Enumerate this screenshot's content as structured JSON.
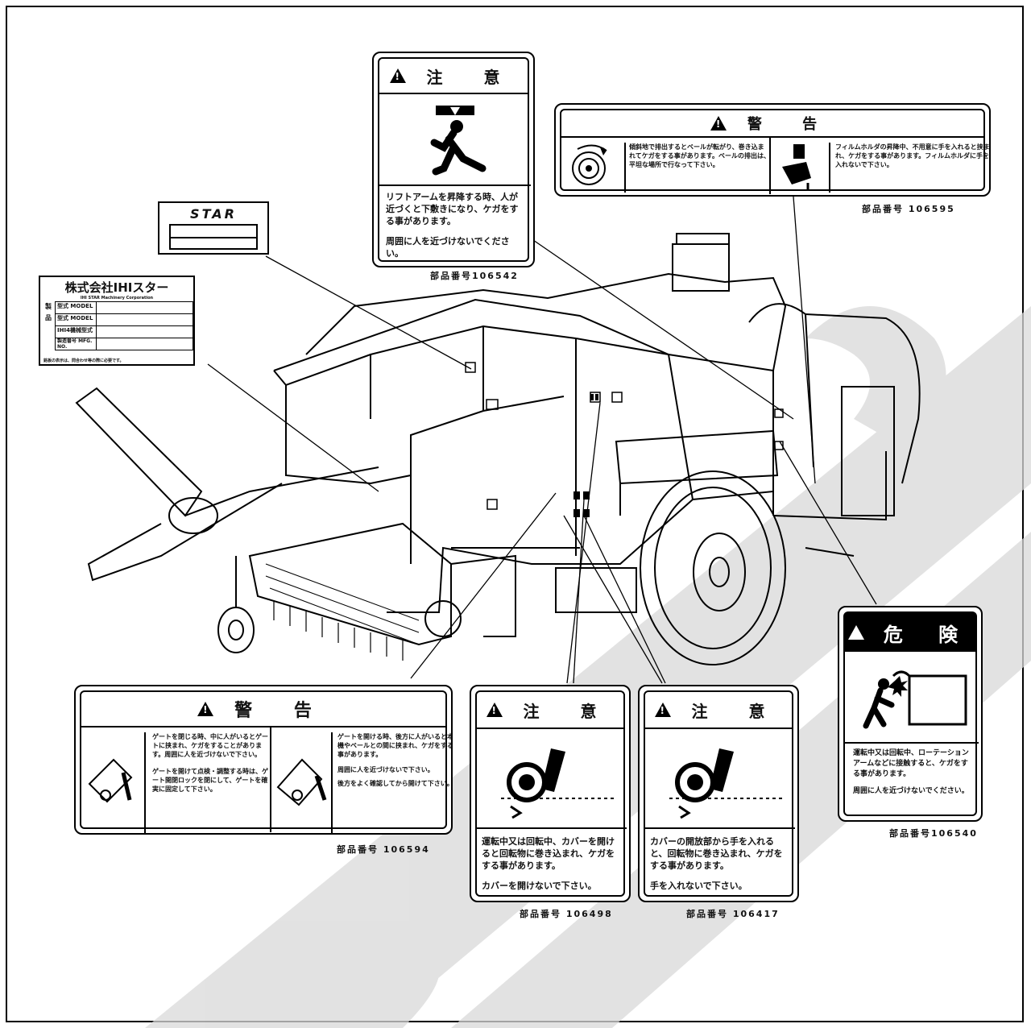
{
  "labels": {
    "caution_lift": {
      "title": "注 意",
      "text1": "リフトアームを昇降する時、人が近づくと下敷きになり、ケガをする事があります。",
      "text2": "周囲に人を近づけないでください。",
      "part_number": "部品番号106542"
    },
    "warning_film": {
      "title": "警 告",
      "text1": "傾斜地で排出するとベールが転がり、巻き込まれてケガをする事があります。ベールの排出は、平坦な場所で行なって下さい。",
      "text2": "フィルムホルダの昇降中、不用意に手を入れると挟まれ、ケガをする事があります。フィルムホルダに手を入れないで下さい。",
      "part_number": "部品番号 106595"
    },
    "star_logo": {
      "brand": "STAR"
    },
    "nameplate": {
      "company": "株式会社IHIスター",
      "company_en": "IHI STAR Machinery Corporation",
      "rows": [
        "型式 MODEL",
        "型式 MODEL",
        "IHI4機械型式",
        "製造番号 MFG. NO."
      ],
      "side": [
        "製",
        "品"
      ],
      "footnote": "銘板の表示は、問合わせ等の際に必要です。"
    },
    "warning_gate": {
      "title": "警 告",
      "text1": "ゲートを閉じる時、中に人がいるとゲートに挟まれ、ケガをすることがあります。周囲に人を近づけないで下さい。",
      "text2": "ゲートを開けて点検・調整する時は、ゲート開閉ロックを閉にして、ゲートを確実に固定して下さい。",
      "text3": "ゲートを開ける時、後方に人がいると本機やベールとの間に挟まれ、ケガをする事があります。",
      "text4": "周囲に人を近づけないで下さい。",
      "text5": "後方をよく確認してから開けて下さい。",
      "part_number": "部品番号 106594"
    },
    "caution_cover": {
      "title": "注 意",
      "text1": "運転中又は回転中、カバーを開けると回転物に巻き込まれ、ケガをする事があります。",
      "text2": "カバーを開けないで下さい。",
      "part_number": "部品番号 106498"
    },
    "caution_hand": {
      "title": "注 意",
      "text1": "カバーの開放部から手を入れると、回転物に巻き込まれ、ケガをする事があります。",
      "text2": "手を入れないで下さい。",
      "part_number": "部品番号 106417"
    },
    "danger_rotate": {
      "title": "危 険",
      "text1": "運転中又は回転中、ローテーションアームなどに接触すると、ケガをする事があります。",
      "text2": "周囲に人を近づけないでください。",
      "part_number": "部品番号106540"
    }
  },
  "watermark": "STAR"
}
